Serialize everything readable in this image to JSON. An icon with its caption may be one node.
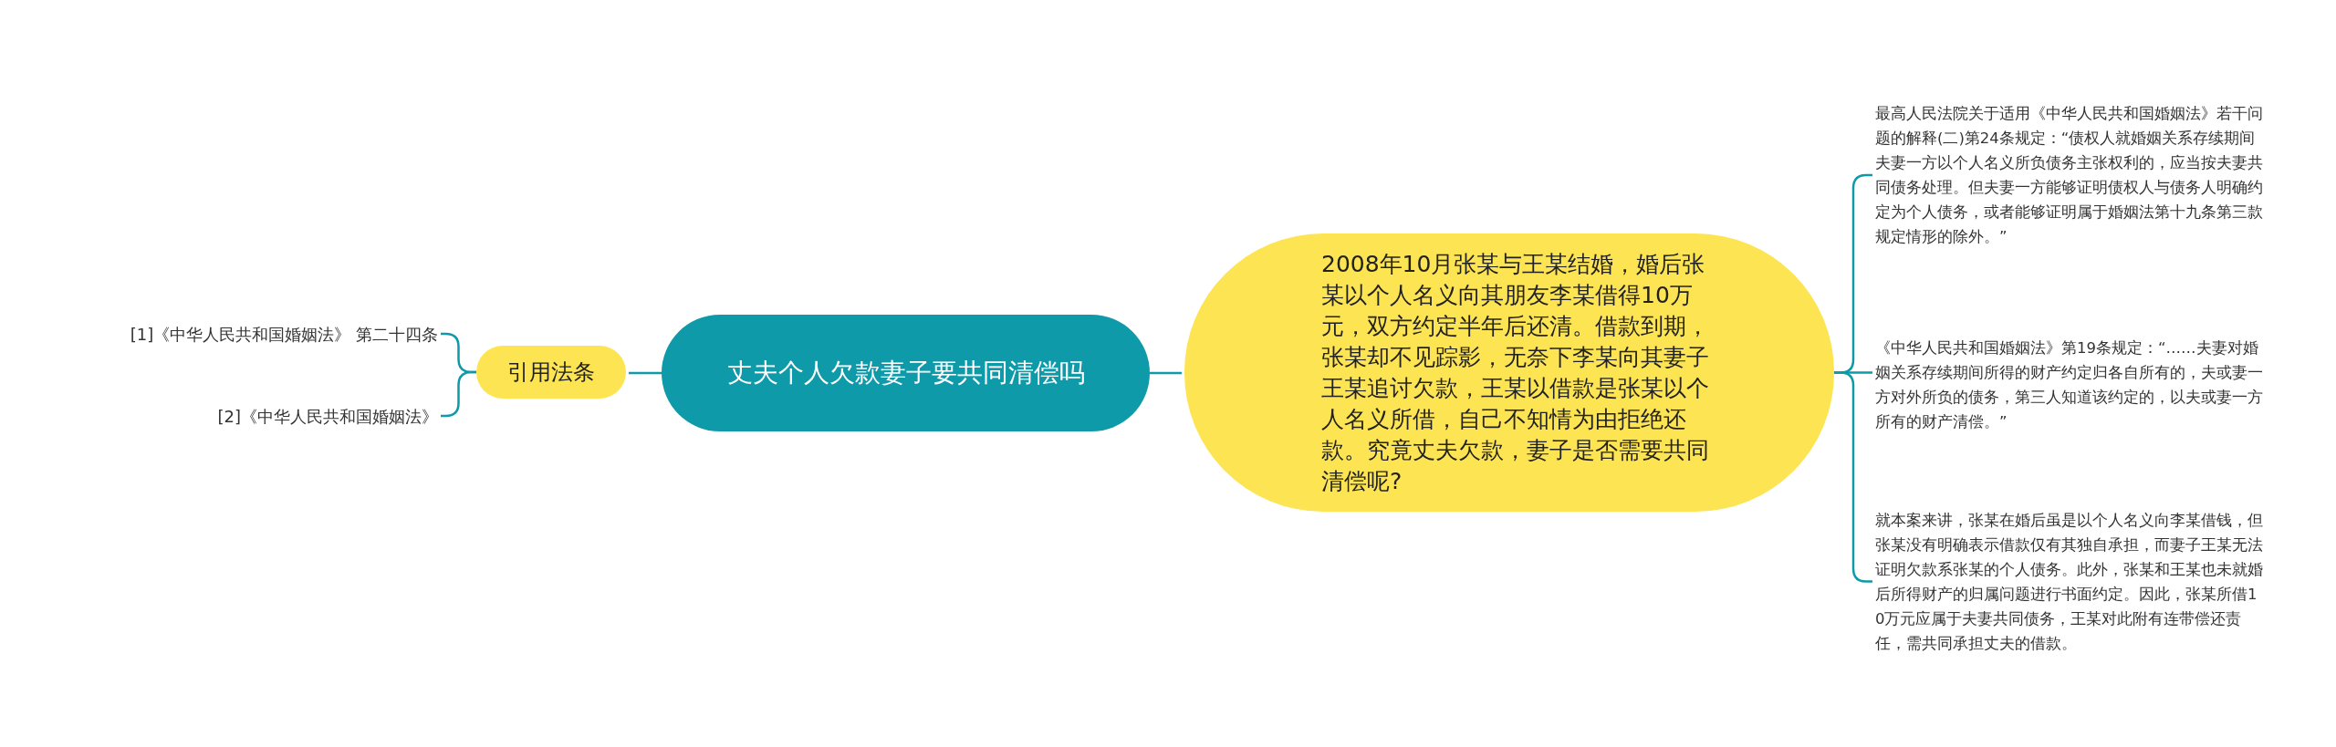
{
  "diagram": {
    "nodes": [
      {
        "text": [
          "丈夫个人欠款妻子要共同清偿吗"
        ]
      },
      {
        "text": [
          "引用法条"
        ]
      },
      {
        "text": [
          "[1]《中华人民共和国婚姻法》 第二十四条"
        ]
      },
      {
        "text": [
          "[2]《中华人民共和国婚姻法》"
        ]
      },
      {
        "text": [
          "2008年10月张某与王某结婚，婚后张某以个人名义向其朋友李某借得10万元，双方约定半年后还清。借款到期，张某却不见踪影，无奈下李某向其妻子王某追讨欠款，王某以借款是张某以个人名义所借，自己不知情为由拒绝还款。究竟丈夫欠款，妻子是否需要共同清偿呢?"
        ]
      },
      {
        "text": [
          "最高人民法院关于适用《中华人民共和国婚姻法》若干问题的解释(二)第24条规定：“债权人就婚姻关系存续期间夫妻一方以个人名义所负债务主张权利的，应当按夫妻共同债务处理。但夫妻一方能够证明债权人与债务人明确约定为个人债务，或者能够证明属于婚姻法第十九条第三款规定情形的除外。”"
        ]
      },
      {
        "text": [
          "《中华人民共和国婚姻法》第19条规定：“……夫妻对婚姻关系存续期间所得的财产约定归各自所有的，夫或妻一方对外所负的债务，第三人知道该约定的，以夫或妻一方所有的财产清偿。”"
        ]
      },
      {
        "text": [
          "就本案来讲，张某在婚后虽是以个人名义向李某借钱，但张某没有明确表示借款仅有其独自承担，而妻子王某无法证明欠款系张某的个人债务。此外，张某和王某也未就婚后所得财产的归属问题进行书面约定。因此，张某所借10万元应属于夫妻共同债务，王某对此附有连带偿还责任，需共同承担丈夫的借款。"
        ]
      }
    ],
    "edges": [
      {
        "from": 0,
        "to": 1,
        "arrow": "none"
      },
      {
        "from": 1,
        "to": 2,
        "arrow": "none"
      },
      {
        "from": 1,
        "to": 3,
        "arrow": "none"
      },
      {
        "from": 0,
        "to": 4,
        "arrow": "none"
      },
      {
        "from": 4,
        "to": 5,
        "arrow": "none"
      },
      {
        "from": 4,
        "to": 6,
        "arrow": "none"
      },
      {
        "from": 4,
        "to": 7,
        "arrow": "none"
      }
    ]
  }
}
